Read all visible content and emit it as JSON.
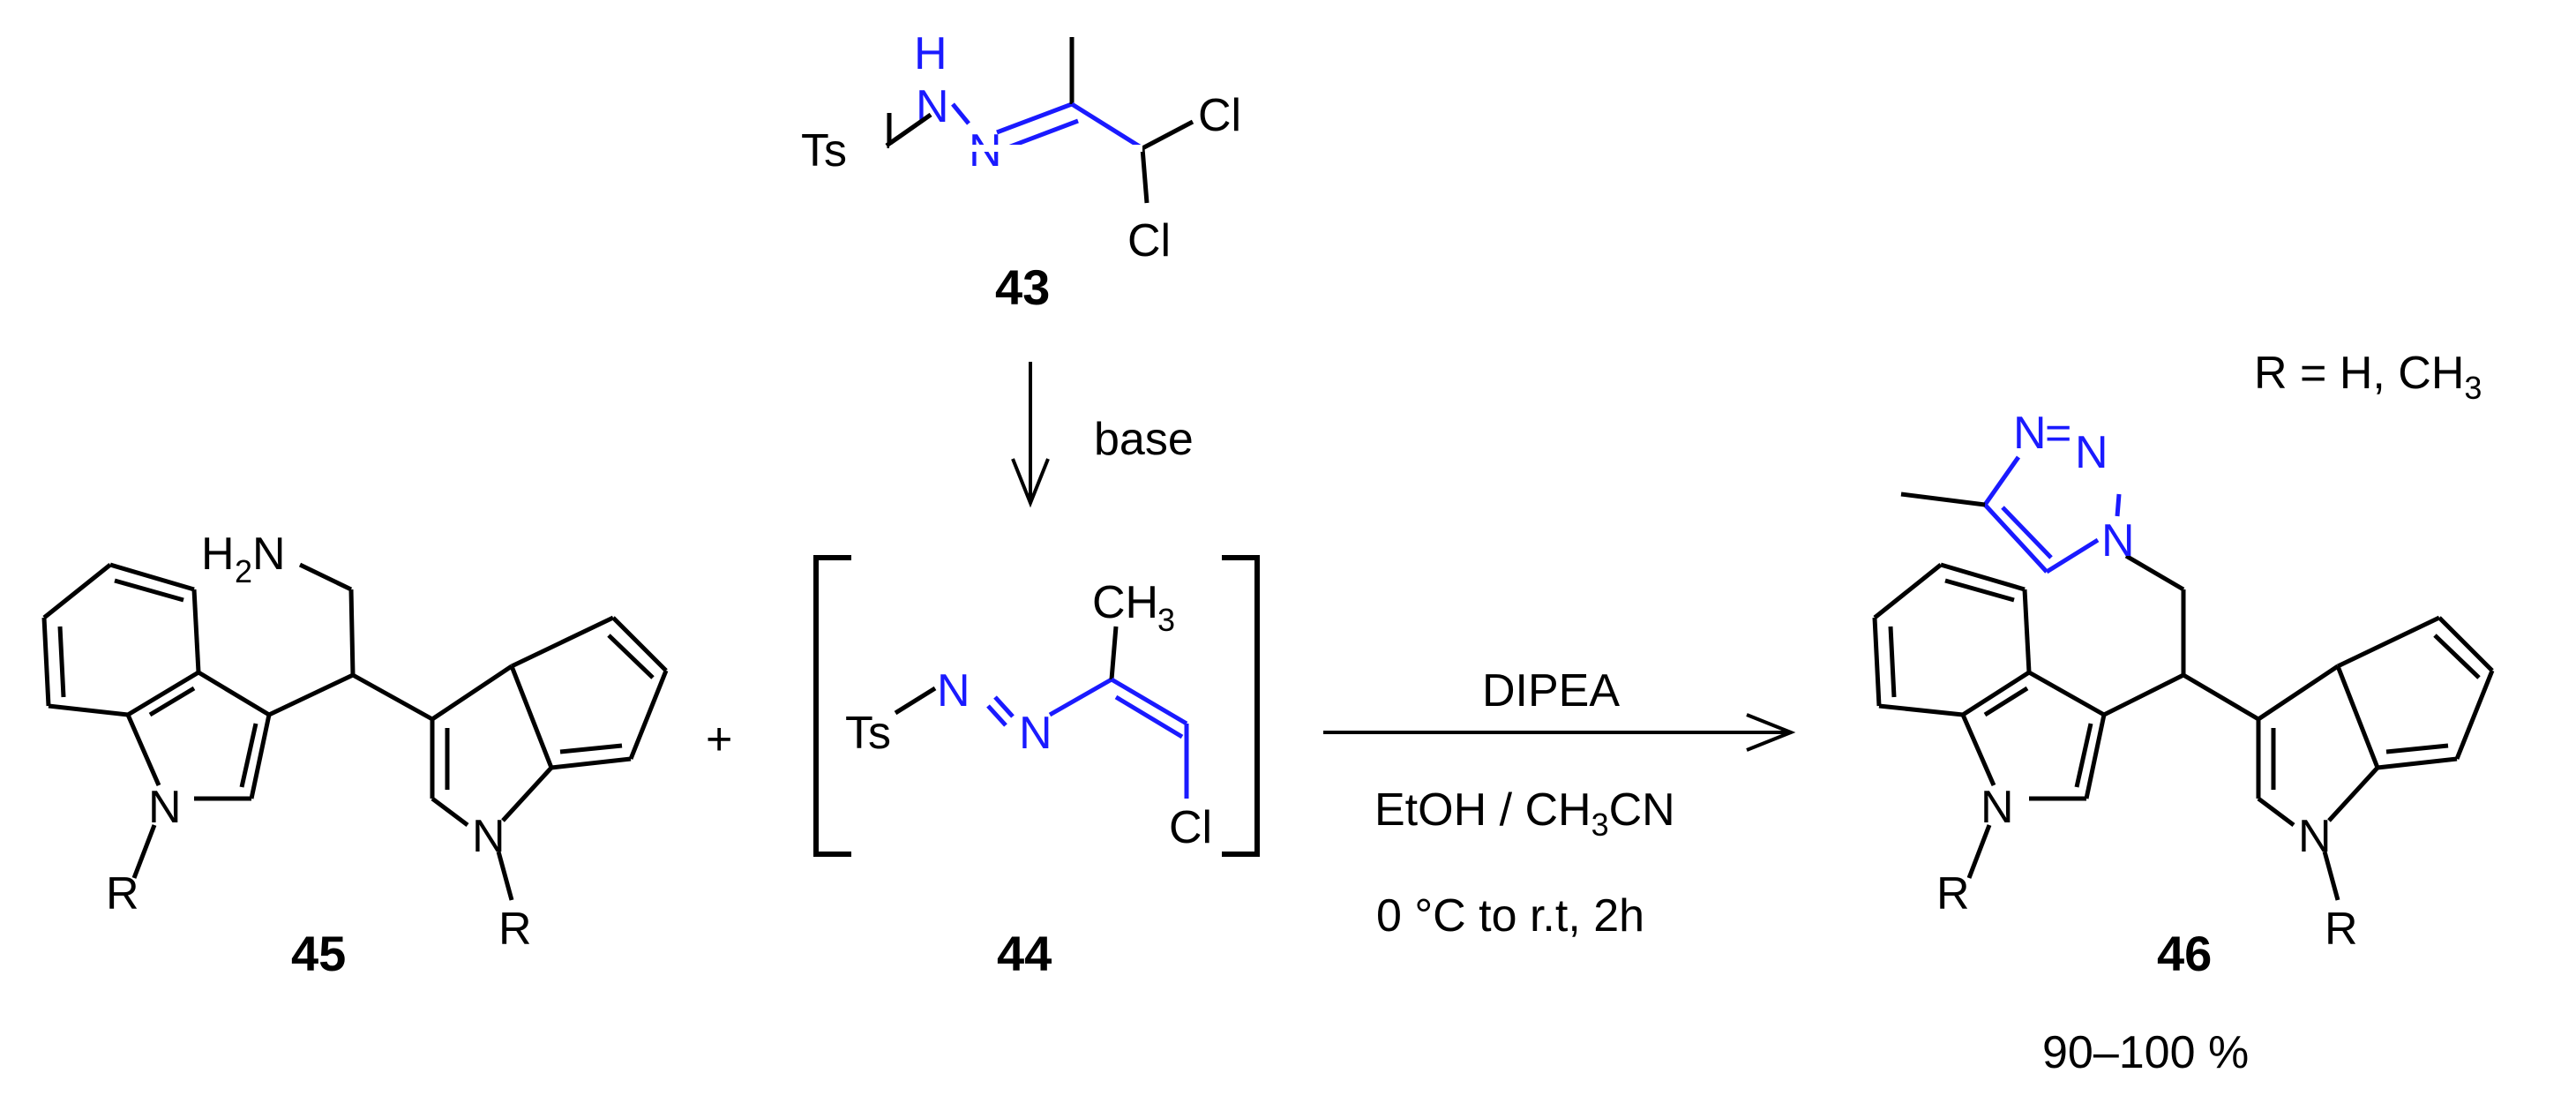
{
  "colors": {
    "ink": "#000000",
    "highlight": "#1a1aff"
  },
  "compounds": {
    "c43": {
      "number": "43",
      "atoms": {
        "h": "H",
        "nh_n": "N",
        "n2": "N",
        "ts": "Ts",
        "cl1": "Cl",
        "cl2": "Cl"
      }
    },
    "c44": {
      "number": "44",
      "atoms": {
        "ts": "Ts",
        "n1": "N",
        "n2": "N",
        "ch": "CH",
        "ch_sub": "3",
        "cl": "Cl"
      }
    },
    "c45": {
      "number": "45",
      "atoms": {
        "h": "H",
        "h_sub": "2",
        "n_amine": "N",
        "n_left": "N",
        "r_left": "R",
        "n_right": "N",
        "r_right": "R"
      }
    },
    "c46": {
      "number": "46",
      "atoms": {
        "nA": "N",
        "eq": "=",
        "nB": "N",
        "nC": "N",
        "n_left": "N",
        "r_left": "R",
        "n_right": "N",
        "r_right": "R"
      }
    }
  },
  "plus": "+",
  "step1": {
    "reagent": "base"
  },
  "step2": {
    "reagent": "DIPEA",
    "solvent_a": "EtOH / CH",
    "solvent_sub": "3",
    "solvent_b": "CN",
    "conditions": "0 °C to r.t, 2h"
  },
  "r_definition": {
    "text": "R = H, CH",
    "sub": "3"
  },
  "yield": "90–100 %"
}
